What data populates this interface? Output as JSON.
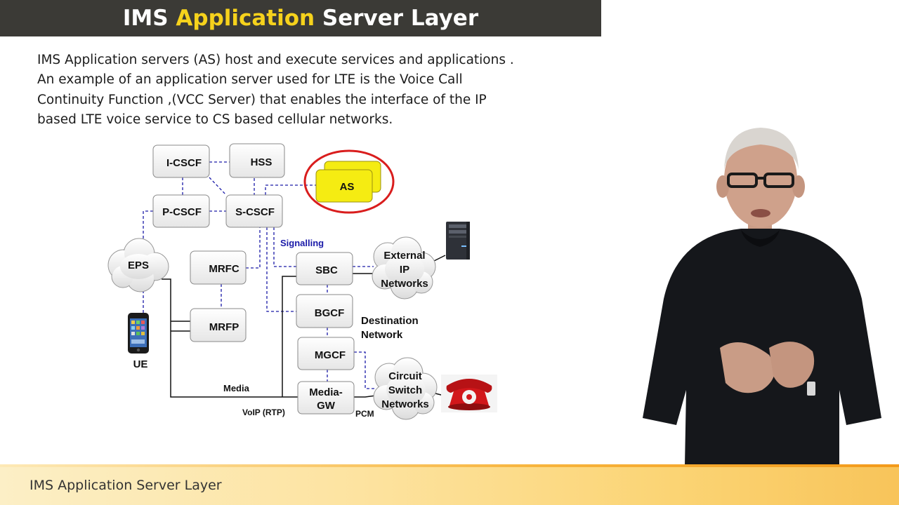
{
  "header": {
    "title_part1": "IMS ",
    "title_part2": "Application",
    "title_part3": " Server Layer",
    "accent_color": "#f6d21c",
    "background_color": "#3b3a36"
  },
  "intro": {
    "lines": [
      "IMS Application servers (AS) host and execute services and applications .",
      "An example of an application server used for LTE is the Voice Call",
      "Continuity Function ,(VCC Server) that enables the interface of the IP",
      "based LTE voice service to CS based cellular networks."
    ]
  },
  "diagram": {
    "nodes": {
      "icscf": "I-CSCF",
      "hss": "HSS",
      "as": "AS",
      "pcscf": "P-CSCF",
      "scscf": "S-CSCF",
      "eps": "EPS",
      "mrfc": "MRFC",
      "mrfp": "MRFP",
      "sbc": "SBC",
      "bgcf": "BGCF",
      "mgcf": "MGCF",
      "media_gw_line1": "Media-",
      "media_gw_line2": "GW",
      "ext_ip_line1": "External",
      "ext_ip_line2": "IP",
      "ext_ip_line3": "Networks",
      "cs_line1": "Circuit",
      "cs_line2": "Switch",
      "cs_line3": "Networks",
      "ue": "UE"
    },
    "labels": {
      "signalling": "Signalling",
      "destination_line1": "Destination",
      "destination_line2": "Network",
      "media": "Media",
      "voip": "VoIP (RTP)",
      "pcm": "PCM"
    },
    "colors": {
      "signalling_link": "#1a1aa8",
      "media_link": "#111111",
      "as_fill": "#f5ec12",
      "highlight_ring": "#d91d1d"
    }
  },
  "footer": {
    "label": "IMS Application Server Layer"
  }
}
